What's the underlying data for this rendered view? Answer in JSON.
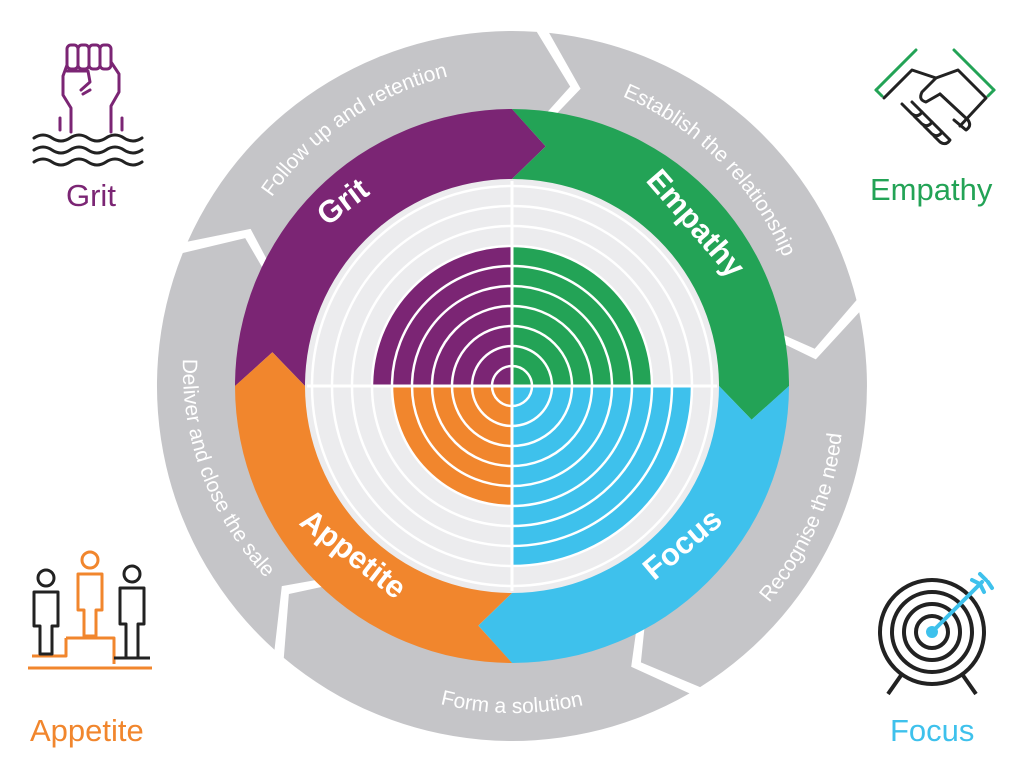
{
  "process_steps": [
    {
      "label": "Establish the relationship"
    },
    {
      "label": "Recognise the need"
    },
    {
      "label": "Form a solution"
    },
    {
      "label": "Deliver and close the sale"
    },
    {
      "label": "Follow up and retention"
    }
  ],
  "qualities": [
    {
      "label": "Grit",
      "color": "#7b2574",
      "icon": "raised-fist-icon",
      "level": 0.7
    },
    {
      "label": "Empathy",
      "color": "#23a356",
      "icon": "handshake-icon",
      "level": 0.7
    },
    {
      "label": "Focus",
      "color": "#3ec1ec",
      "icon": "target-arrow-icon",
      "level": 0.9
    },
    {
      "label": "Appetite",
      "color": "#f1862d",
      "icon": "podium-people-icon",
      "level": 0.6
    }
  ],
  "colors": {
    "outer_ring": "#c5c5c8",
    "inner_disc": "#ececee",
    "icon_dark": "#222222"
  }
}
